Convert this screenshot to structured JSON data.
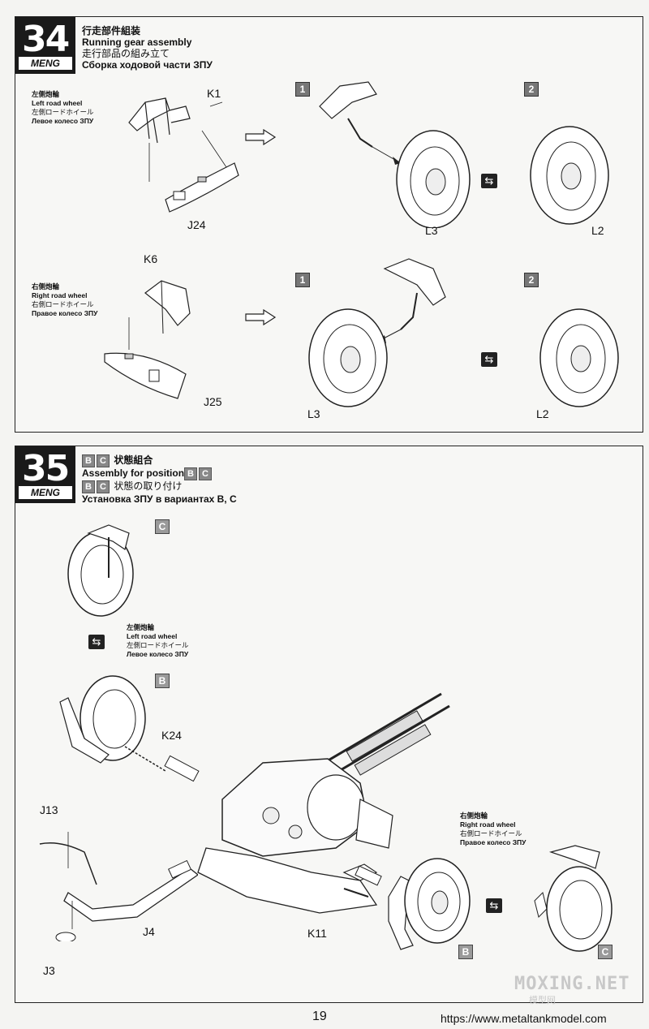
{
  "step34": {
    "number": "34",
    "brand": "MENG",
    "title_zh": "行走部件組装",
    "title_en": "Running gear assembly",
    "title_ja": "走行部品の組み立て",
    "title_ru": "Сборка ходовой части ЗПУ",
    "left_note": {
      "zh": "左侧炮輪",
      "en": "Left road wheel",
      "ja": "左側ロードホイール",
      "ru": "Левое колесо ЗПУ"
    },
    "right_note": {
      "zh": "右侧炮輪",
      "en": "Right road wheel",
      "ja": "右側ロードホイール",
      "ru": "Правое колесо ЗПУ"
    },
    "parts": {
      "k1": "K1",
      "j24": "J24",
      "l3a": "L3",
      "l2a": "L2",
      "k6": "K6",
      "j25": "J25",
      "l3b": "L3",
      "l2b": "L2"
    },
    "substeps": {
      "s1": "1",
      "s2": "2"
    }
  },
  "step35": {
    "number": "35",
    "brand": "MENG",
    "tag_b": "B",
    "tag_c": "C",
    "title_zh": "状態組合",
    "title_en": "Assembly for position",
    "title_ja": "状態の取り付け",
    "title_ru": "Установка ЗПУ в вариантах В, С",
    "left_note": {
      "zh": "左侧炮輪",
      "en": "Left road wheel",
      "ja": "左側ロードホイール",
      "ru": "Левое колесо ЗПУ"
    },
    "right_note": {
      "zh": "右侧炮輪",
      "en": "Right road wheel",
      "ja": "右側ロードホイール",
      "ru": "Правое колесо ЗПУ"
    },
    "parts": {
      "k24": "K24",
      "j13": "J13",
      "j4": "J4",
      "j3": "J3",
      "k11": "K11"
    }
  },
  "icons": {
    "swap": "swap-arrow-icon",
    "arrow": "outline-arrow-icon"
  },
  "footer": {
    "page_number": "19",
    "website": "https://www.metaltankmodel.com"
  },
  "watermark": {
    "line1": "MOXING.NET",
    "line2": "模型网"
  }
}
